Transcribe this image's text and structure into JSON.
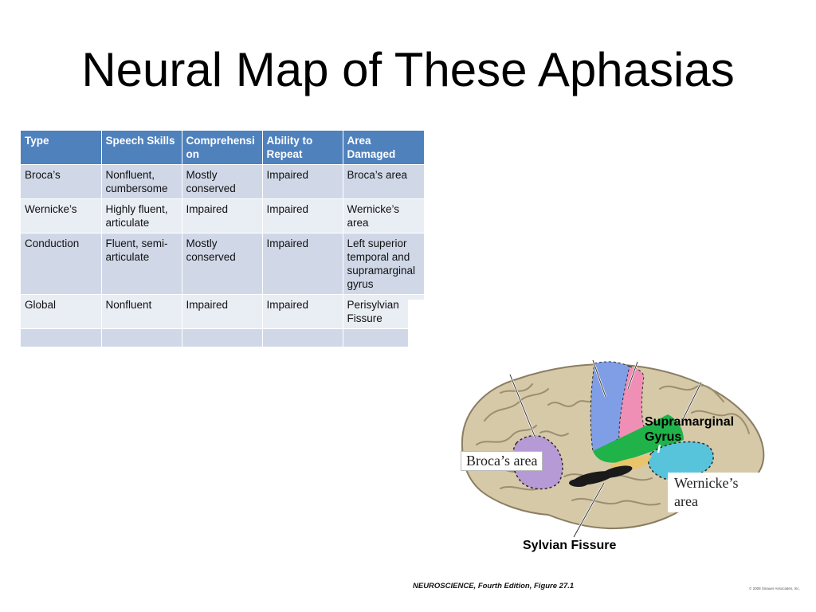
{
  "slide": {
    "title": "Neural Map of These Aphasias"
  },
  "table": {
    "headers": [
      "Type",
      "Speech Skills",
      "Comprehensi on",
      "Ability to Repeat",
      "Area Damaged"
    ],
    "rows": [
      [
        "Broca’s",
        "Nonfluent, cumbersome",
        "Mostly conserved",
        "Impaired",
        "Broca’s area"
      ],
      [
        "Wernicke’s",
        "Highly fluent, articulate",
        "Impaired",
        "Impaired",
        "Wernicke’s area"
      ],
      [
        "Conduction",
        "Fluent, semi- articulate",
        "Mostly conserved",
        "Impaired",
        "Left superior temporal and supramarginal gyrus"
      ],
      [
        "Global",
        "Nonfluent",
        "Impaired",
        "Impaired",
        "Perisylvian Fissure"
      ]
    ]
  },
  "figure": {
    "brocas_label": "Broca’s area",
    "supramarginal_label_1": "Supramarginal",
    "supramarginal_label_2": "Gyrus",
    "wernicke_label": "Wernicke’s area",
    "sylvian_label": "Sylvian Fissure",
    "caption": "NEUROSCIENCE, Fourth Edition, Figure 27.1",
    "copyright": "© 2008 Sinauer Associates, Inc."
  },
  "colors": {
    "header_blue": "#4f81bd",
    "row_dark": "#d0d8e8",
    "row_light": "#e9edf4",
    "brain_tan": "#d6c9a8",
    "broca_purple": "#b59ad6",
    "motor_blue": "#7f9ee6",
    "sensory_pink": "#f08fb5",
    "supramarginal_green": "#1fb34a",
    "wernicke_cyan": "#57c4dc"
  }
}
